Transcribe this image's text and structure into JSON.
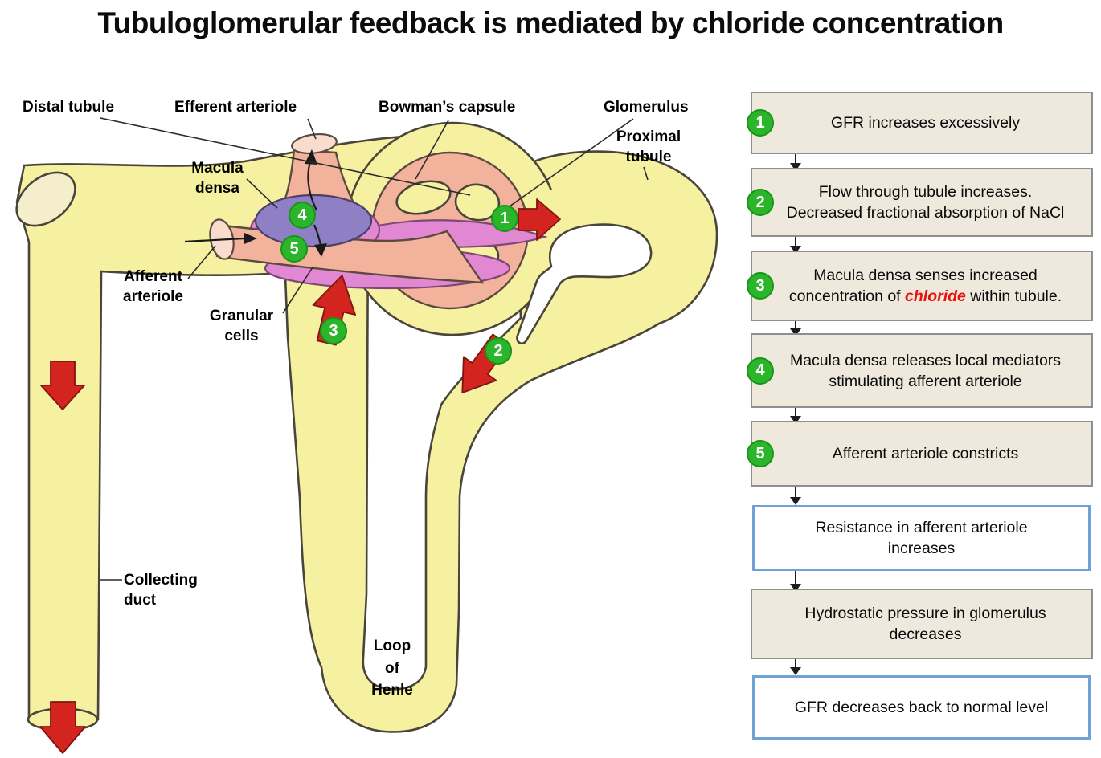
{
  "title": "Tubuloglomerular feedback is mediated by chloride concentration",
  "diagram": {
    "labels": {
      "distal_tubule": "Distal tubule",
      "efferent_arteriole": "Efferent arteriole",
      "bowmans_capsule": "Bowman’s capsule",
      "glomerulus": "Glomerulus",
      "proximal_tubule": "Proximal\ntubule",
      "macula_densa": "Macula\ndensa",
      "afferent_arteriole": "Afferent\narteriole",
      "granular_cells": "Granular\ncells",
      "collecting_duct": "Collecting\nduct",
      "loop_of_henle": "Loop\nof\nHenle"
    },
    "badges": [
      {
        "label": "1"
      },
      {
        "label": "2"
      },
      {
        "label": "3"
      },
      {
        "label": "4"
      },
      {
        "label": "5"
      }
    ]
  },
  "flowchart": {
    "steps": [
      {
        "badge": "1",
        "text": "GFR increases excessively"
      },
      {
        "badge": "2",
        "text": "Flow through tubule increases.\nDecreased fractional absorption of NaCl"
      },
      {
        "badge": "3",
        "text_before": "Macula densa senses increased\nconcentration of ",
        "highlight": "chloride",
        "text_after": " within tubule."
      },
      {
        "badge": "4",
        "text": "Macula densa releases local mediators\nstimulating afferent arteriole"
      },
      {
        "badge": "5",
        "text": "Afferent arteriole constricts"
      },
      {
        "text": "Resistance in afferent arteriole\nincreases"
      },
      {
        "text": "Hydrostatic pressure in glomerulus\ndecreases"
      },
      {
        "text": "GFR decreases back to normal level"
      }
    ]
  },
  "colors": {
    "tubule_yellow": "#F6F1A1",
    "tubule_outline": "#49453B",
    "vessel_pink": "#F3B29C",
    "vessel_pink_light": "#F9DCCE",
    "macula_purple": "#8F7FC5",
    "granular_magenta": "#E287D2",
    "arrow_red": "#D42420",
    "badge_green": "#2BB52B",
    "badge_green_border": "#189418",
    "box_border_blue": "#6FA3D6",
    "box_shadow_gray": "#8F8F8F",
    "box_shadow_fill": "#EEE9DC",
    "chloride_red": "#E8100C"
  }
}
